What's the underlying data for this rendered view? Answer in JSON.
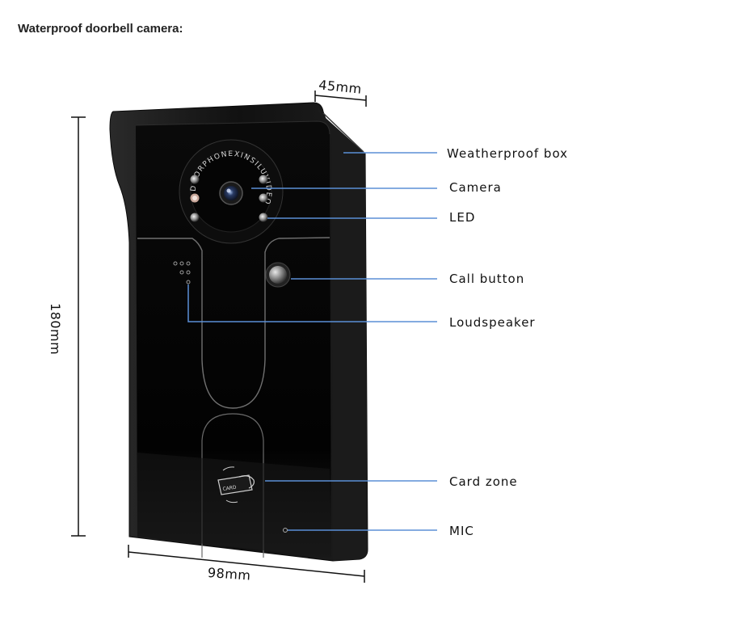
{
  "title": "Waterproof doorbell camera:",
  "dimensions": {
    "depth": "45mm",
    "height": "180mm",
    "width": "98mm"
  },
  "callouts": [
    {
      "id": "weatherproof",
      "label": "Weatherproof box"
    },
    {
      "id": "camera",
      "label": "Camera"
    },
    {
      "id": "led",
      "label": "LED"
    },
    {
      "id": "call",
      "label": "Call button"
    },
    {
      "id": "speaker",
      "label": "Loudspeaker"
    },
    {
      "id": "card",
      "label": "Card zone"
    },
    {
      "id": "mic",
      "label": "MIC"
    }
  ],
  "device": {
    "ring_text": "DOORPHONEXINSILUVIDEO",
    "card_text": "CARD"
  },
  "colors": {
    "leader_line": "#5b8fd6",
    "housing": "#1a1a1a",
    "panel": "#050505"
  }
}
